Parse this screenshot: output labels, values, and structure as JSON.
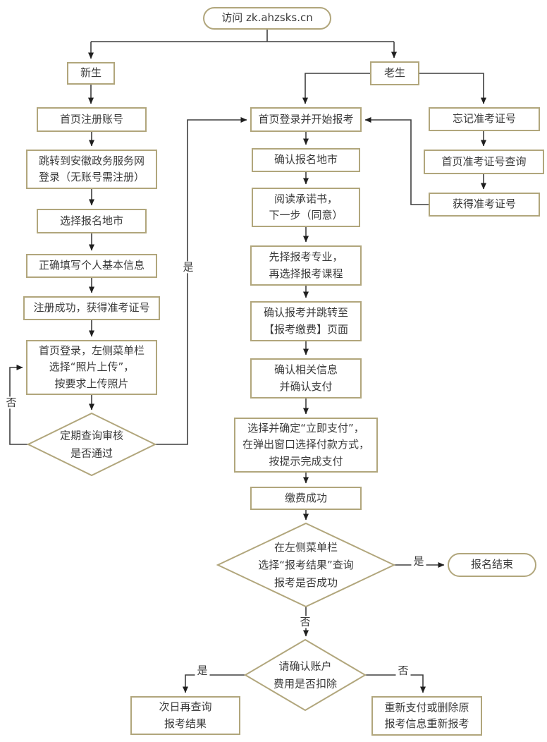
{
  "colors": {
    "box_border": "#b1a67c",
    "connector_line": "#3f3f3f",
    "arrowhead": "#1f1f1f",
    "text": "#3a3a3a",
    "background": "#ffffff"
  },
  "nodes": {
    "start": "访问 zk.ahzsks.cn",
    "new_student": "新生",
    "old_student": "老生",
    "register_account": "首页注册账号",
    "gov_login": "跳转到安徽政务服务网\n登录（无账号需注册）",
    "choose_city": "选择报名地市",
    "fill_info": "正确填写个人基本信息",
    "register_success": "注册成功，获得准考证号",
    "photo_upload": "首页登录，左侧菜单栏\n选择“照片上传”，\n按要求上传照片",
    "audit_check": "定期查询审核\n是否通过",
    "login_apply": "首页登录并开始报考",
    "confirm_city": "确认报名地市",
    "read_commitment": "阅读承诺书，\n下一步（同意）",
    "choose_major": "先择报考专业，\n再选择报考课程",
    "confirm_pay_page": "确认报考并跳转至\n【报考缴费】页面",
    "confirm_info": "确认相关信息\n并确认支付",
    "pay_now": "选择并确定“立即支付”，\n在弹出窗口选择付款方式，\n按提示完成支付",
    "pay_success": "缴费成功",
    "check_result": "在左侧菜单栏\n选择“报考结果”查询\n报考是否成功",
    "end": "报名结束",
    "check_deduction": "请确认账户\n费用是否扣除",
    "query_next_day": "次日再查询\n报考结果",
    "repay": "重新支付或删除原\n报考信息重新报考",
    "forgot_ticket": "忘记准考证号",
    "ticket_query": "首页准考证号查询",
    "get_ticket": "获得准考证号"
  },
  "edge_labels": {
    "yes_audit": "是",
    "no_audit": "否",
    "yes_result": "是",
    "no_result": "否",
    "yes_deduct": "是",
    "no_deduct": "否"
  }
}
